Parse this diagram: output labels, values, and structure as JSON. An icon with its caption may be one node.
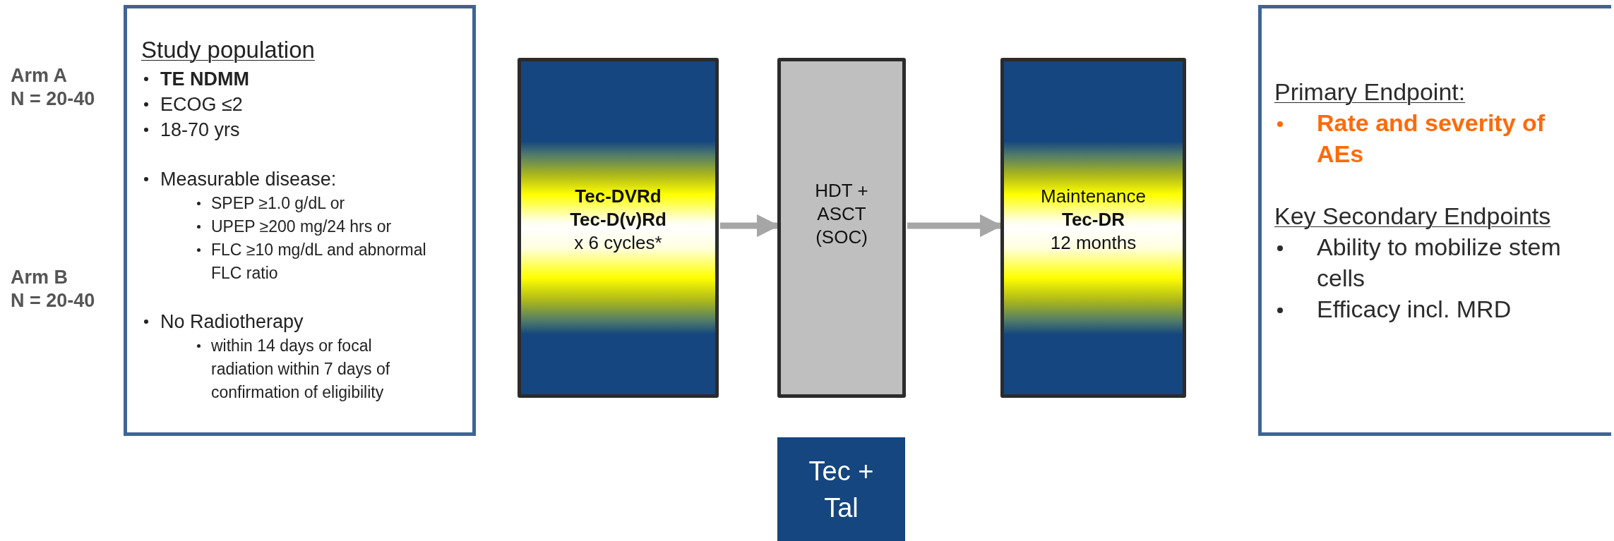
{
  "diagram": {
    "nodes": [
      {
        "text": [
          "Study population",
          "TE NDMM",
          "ECOG ≤2",
          "18-70 yrs",
          "Measurable disease:",
          "SPEP  ≥1.0 g/dL or",
          "UPEP ≥200 mg/24 hrs or",
          "FLC ≥10 mg/dL and abnormal FLC ratio",
          "No Radiotherapy",
          "within 14 days or focal radiation within 7 days of confirmation of eligibility"
        ]
      },
      {
        "text": [
          "Tec-DVRd",
          "Tec-D(v)Rd",
          "x 6 cycles*"
        ]
      },
      {
        "text": [
          "HDT + ASCT (SOC)"
        ]
      },
      {
        "text": [
          "Maintenance",
          "Tec-DR",
          "12 months"
        ]
      },
      {
        "text": [
          "Primary Endpoint:",
          "Rate and severity of AEs",
          "Key Secondary Endpoints",
          "Ability to mobilize stem cells",
          "Efficacy incl. MRD"
        ]
      },
      {
        "text": [
          "Tec + Tal"
        ]
      }
    ],
    "edges": [
      {
        "from": 1,
        "to": 2,
        "arrow": "to"
      },
      {
        "from": 2,
        "to": 3,
        "arrow": "to"
      }
    ],
    "labels": [
      "Arm A",
      "N = 20-40",
      "Arm B",
      "N = 20-40"
    ]
  }
}
